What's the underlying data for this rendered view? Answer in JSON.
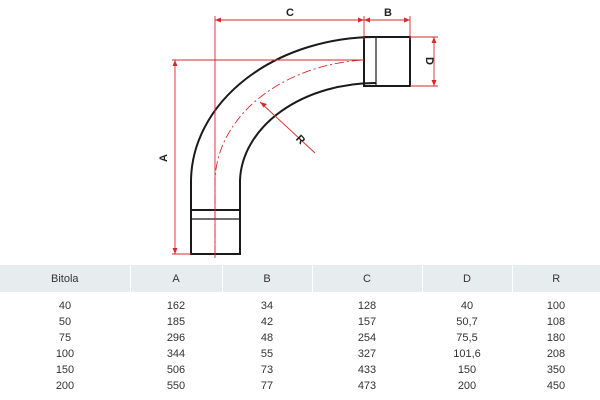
{
  "diagram": {
    "labels": {
      "A": "A",
      "B": "B",
      "C": "C",
      "D": "D",
      "R": "R"
    },
    "colors": {
      "pipe": "#1a1a1a",
      "dimension": "#d62a2a"
    }
  },
  "table": {
    "headers": [
      "Bitola",
      "A",
      "B",
      "C",
      "D",
      "R"
    ],
    "rows": [
      [
        "40",
        "162",
        "34",
        "128",
        "40",
        "100"
      ],
      [
        "50",
        "185",
        "42",
        "157",
        "50,7",
        "108"
      ],
      [
        "75",
        "296",
        "48",
        "254",
        "75,5",
        "180"
      ],
      [
        "100",
        "344",
        "55",
        "327",
        "101,6",
        "208"
      ],
      [
        "150",
        "506",
        "73",
        "433",
        "150",
        "350"
      ],
      [
        "200",
        "550",
        "77",
        "473",
        "200",
        "450"
      ]
    ],
    "colors": {
      "header_bg": "#e7ecef"
    }
  }
}
